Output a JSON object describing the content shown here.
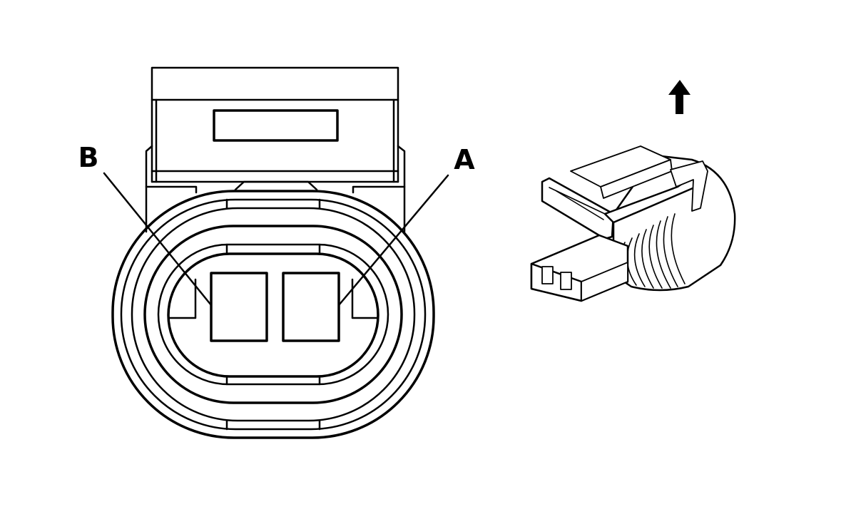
{
  "diagram": {
    "pins": [
      {
        "id": "B",
        "label": "B"
      },
      {
        "id": "A",
        "label": "A"
      }
    ],
    "colors": {
      "line": "#000000",
      "background": "#ffffff"
    },
    "icons": [
      "up-arrow-icon"
    ]
  }
}
